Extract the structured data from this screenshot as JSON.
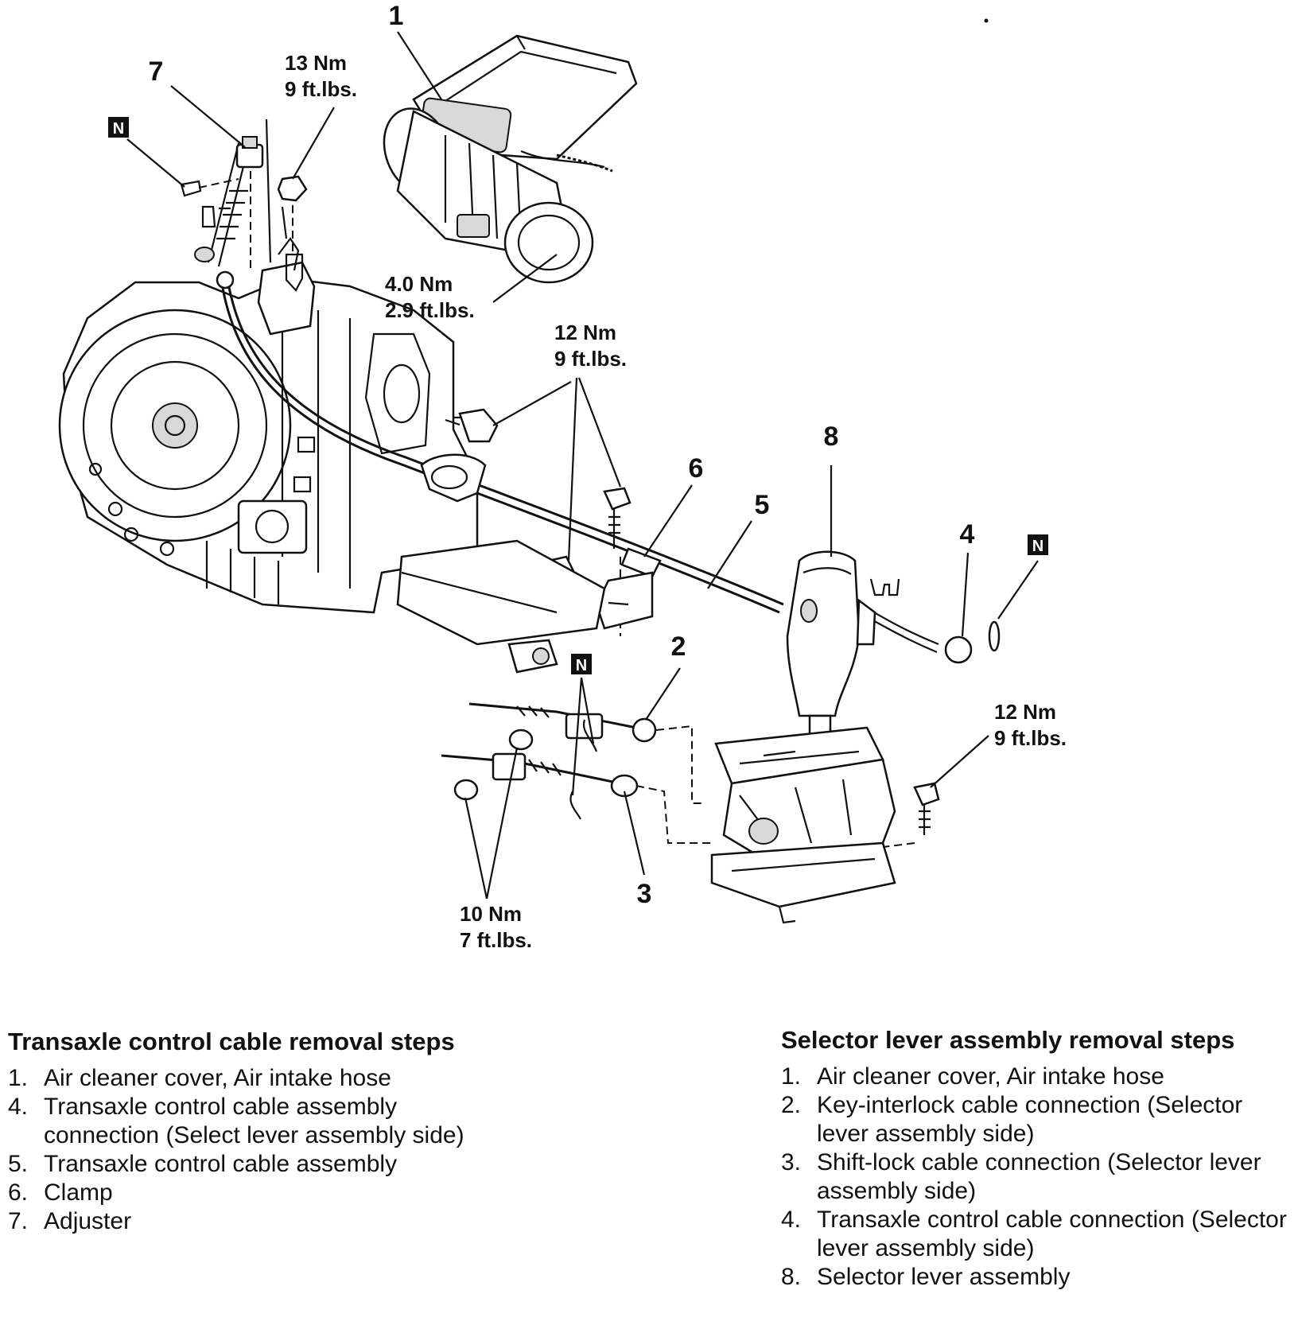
{
  "callouts": {
    "c1": "1",
    "c2": "2",
    "c3": "3",
    "c4": "4",
    "c5": "5",
    "c6": "6",
    "c7": "7",
    "c8": "8"
  },
  "torque": {
    "t13": [
      "13 Nm",
      "9 ft.lbs."
    ],
    "t4": [
      "4.0 Nm",
      "2.9 ft.lbs."
    ],
    "t12a": [
      "12 Nm",
      "9 ft.lbs."
    ],
    "t12b": [
      "12 Nm",
      "9 ft.lbs."
    ],
    "t10": [
      "10 Nm",
      "7 ft.lbs."
    ]
  },
  "n_marker": "N",
  "left_steps": {
    "title": "Transaxle control cable removal steps",
    "items": [
      {
        "num": "1.",
        "text": "Air cleaner cover, Air intake hose"
      },
      {
        "num": "4.",
        "text": "Transaxle control cable assembly connection (Select lever assembly side)"
      },
      {
        "num": "5.",
        "text": "Transaxle control cable assembly"
      },
      {
        "num": "6.",
        "text": "Clamp"
      },
      {
        "num": "7.",
        "text": "Adjuster"
      }
    ]
  },
  "right_steps": {
    "title": "Selector lever assembly removal steps",
    "items": [
      {
        "num": "1.",
        "text": "Air cleaner cover, Air intake hose"
      },
      {
        "num": "2.",
        "text": "Key-interlock cable connection (Selector lever assembly side)"
      },
      {
        "num": "3.",
        "text": "Shift-lock cable connection (Selector lever assembly side)"
      },
      {
        "num": "4.",
        "text": "Transaxle control cable connection (Selector lever assembly side)"
      },
      {
        "num": "8.",
        "text": "Selector lever assembly"
      }
    ]
  }
}
